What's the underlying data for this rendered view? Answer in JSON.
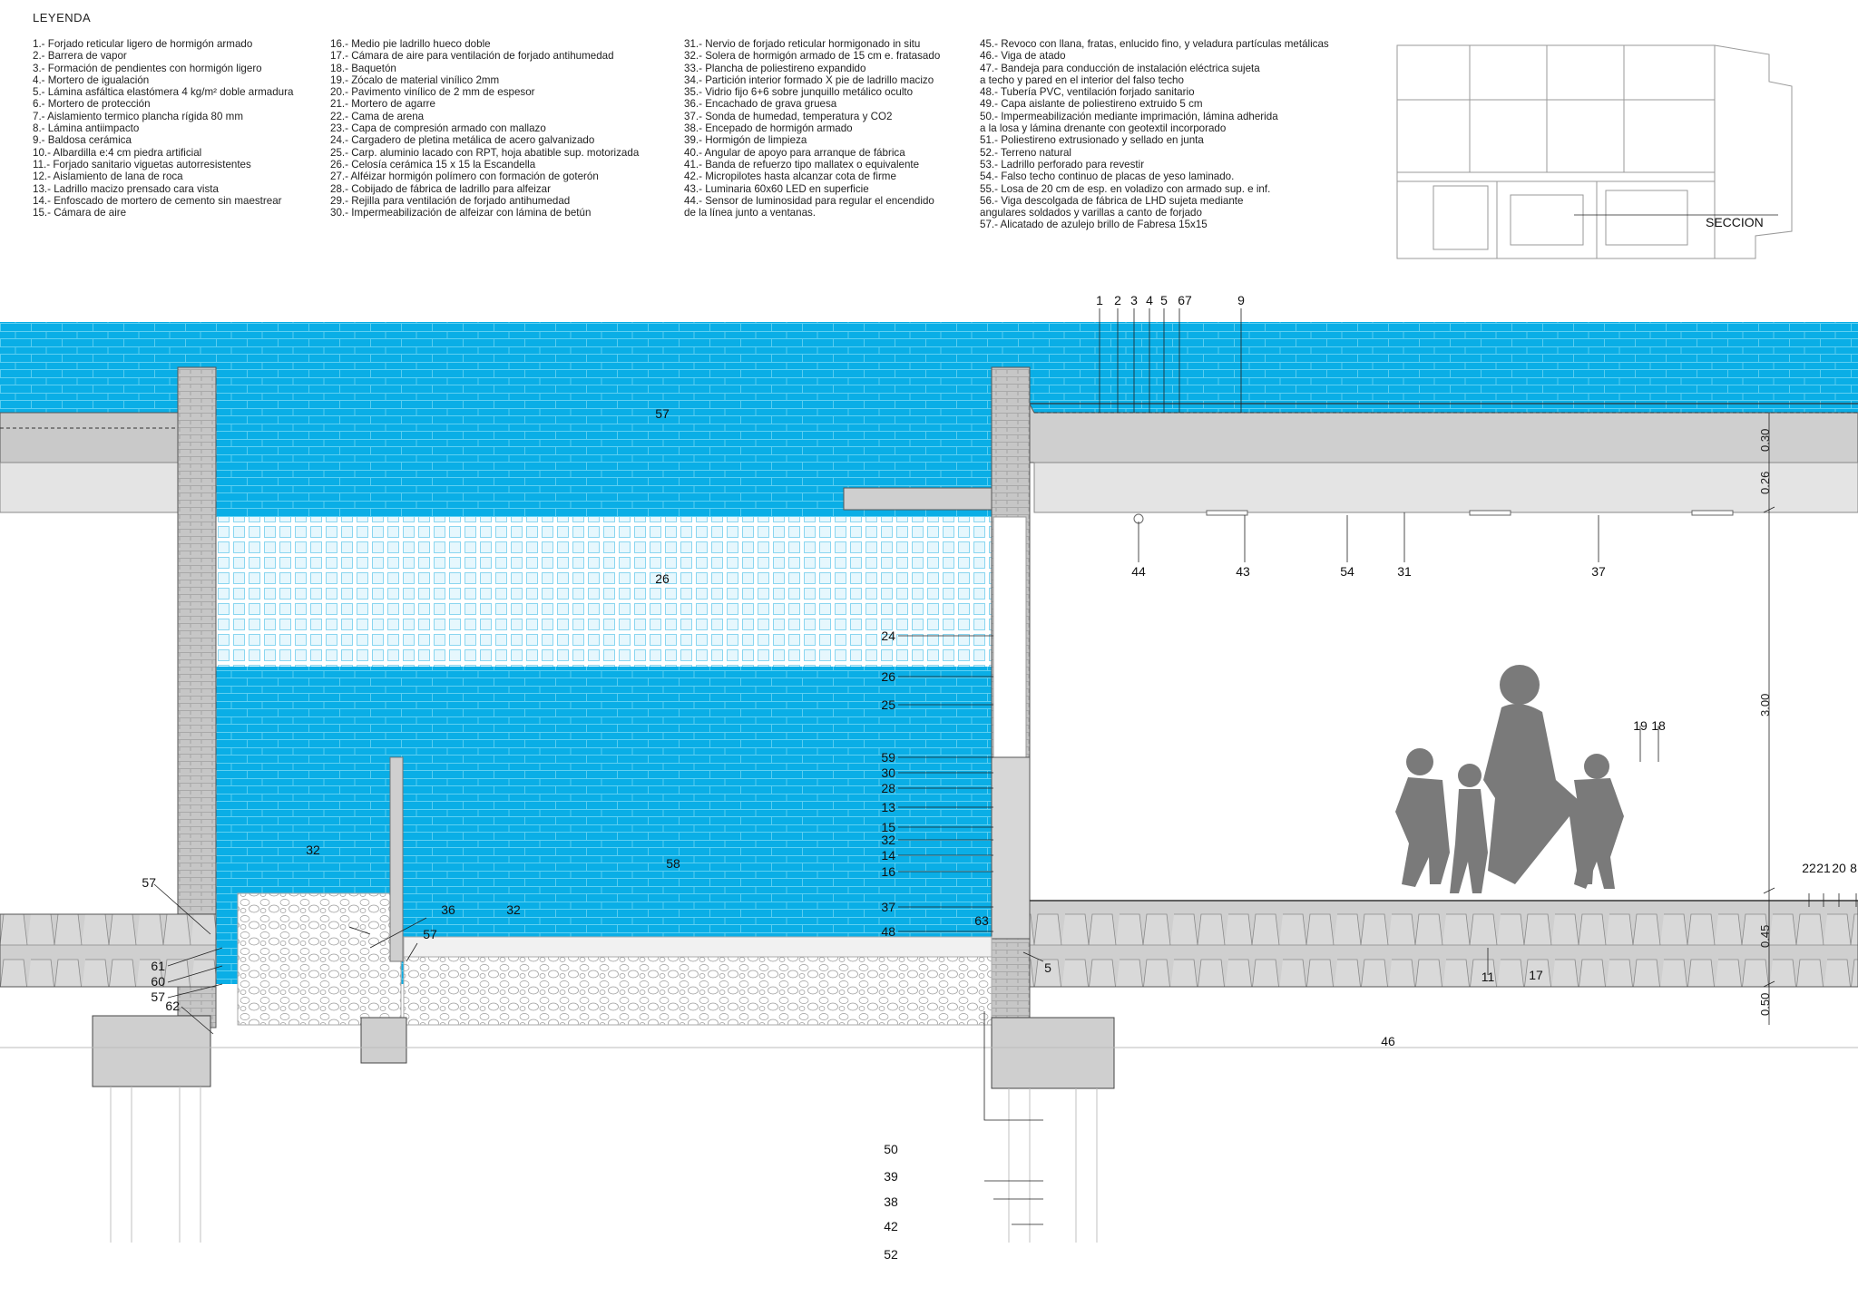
{
  "legend": {
    "title": "LEYENDA",
    "col1": [
      "1.- Forjado reticular ligero de hormigón armado",
      "2.- Barrera de vapor",
      "3.- Formación de pendientes con hormigón ligero",
      "4.- Mortero de igualación",
      "5.- Lámina asfáltica elastómera 4 kg/m² doble armadura",
      "6.- Mortero de protección",
      "7.- Aislamiento termico plancha rígida 80 mm",
      "8.- Lámina antiimpacto",
      "9.- Baldosa cerámica",
      "10.- Albardilla e:4 cm piedra artificial",
      "11.- Forjado sanitario viguetas autorresistentes",
      "12.- Aislamiento de lana de roca",
      "13.- Ladrillo macizo prensado cara vista",
      "14.- Enfoscado de mortero de cemento sin maestrear",
      "15.- Cámara de aire"
    ],
    "col2": [
      "16.- Medio pie ladrillo hueco doble",
      "17.- Cámara de aire para ventilación de forjado antihumedad",
      "18.- Baquetón",
      "19.- Zócalo de material vinílico 2mm",
      "20.- Pavimento vinílico de 2 mm de espesor",
      "21.- Mortero de agarre",
      "22.- Cama de arena",
      "23.- Capa de compresión armado con mallazo",
      "24.- Cargadero de pletina metálica de acero galvanizado",
      "25.- Carp. aluminio lacado con RPT, hoja abatible sup. motorizada",
      "26.- Celosía cerámica 15 x 15 la Escandella",
      "27.- Alféizar hormigón polímero con formación de goterón",
      "28.- Cobijado de fábrica de ladrillo para alfeizar",
      "29.- Rejilla para ventilación de forjado antihumedad",
      "30.- Impermeabilización de alfeizar con lámina de betún"
    ],
    "col3": [
      "31.- Nervio de forjado reticular hormigonado in situ",
      "32.- Solera de hormigón armado de 15 cm e. fratasado",
      "33.- Plancha de poliestireno expandido",
      "34.- Partición interior formado X pie de ladrillo macizo",
      "35.- Vidrio fijo 6+6 sobre junquillo metálico oculto",
      "36.- Encachado de grava gruesa",
      "37.- Sonda de humedad, temperatura y CO2",
      "38.- Encepado de hormigón armado",
      "39.- Hormigón de limpieza",
      "40.- Angular de apoyo para arranque de fábrica",
      "41.- Banda de refuerzo tipo mallatex o equivalente",
      "42.- Micropilotes hasta alcanzar cota de firme",
      "43.- Luminaria 60x60 LED en superficie",
      "44.- Sensor de luminosidad para regular el encendido",
      "de la línea junto a ventanas."
    ],
    "col4": [
      "45.- Revoco con llana, fratas, enlucido fino, y veladura partículas metálicas",
      "46.- Viga de atado",
      "47.- Bandeja para conducción de instalación eléctrica sujeta",
      "a techo y pared en el interior del falso techo",
      "48.- Tubería PVC, ventilación forjado sanitario",
      "49.- Capa aislante de poliestireno extruido 5 cm",
      "50.- Impermeabilización mediante imprimación, lámina adherida",
      "a la losa y lámina drenante con geotextil incorporado",
      "51.- Poliestireno extrusionado y sellado en junta",
      "52.- Terreno natural",
      "53.- Ladrillo perforado para revestir",
      "54.- Falso techo continuo de placas de yeso laminado.",
      "55.- Losa de 20 cm de esp. en voladizo con armado sup. e inf.",
      "56.- Viga descolgada de fábrica de LHD sujeta mediante",
      "angulares soldados y varillas a canto de forjado",
      "57.- Alicatado de azulejo brillo de Fabresa 15x15"
    ]
  },
  "keyplan": {
    "label": "SECCION"
  },
  "callouts": {
    "top_row": [
      "1",
      "2",
      "3",
      "4",
      "5",
      "67",
      "9"
    ],
    "ceiling_row": [
      "44",
      "43",
      "54",
      "31",
      "37"
    ],
    "tile_label_upper": "57",
    "celosia": "26",
    "tile_label_lower": "58",
    "window_stack": [
      "24",
      "26",
      "25",
      "59",
      "30",
      "28",
      "13",
      "15",
      "32",
      "14",
      "16",
      "37",
      "48",
      "63"
    ],
    "floor_right": [
      "22",
      "21",
      "20",
      "8"
    ],
    "mid_right": [
      "19",
      "18"
    ],
    "under_floor": [
      "5",
      "11",
      "17",
      "46"
    ],
    "left_stack": [
      "57",
      "61",
      "60",
      "57",
      "62"
    ],
    "interior": [
      "32",
      "36",
      "57",
      "32"
    ],
    "foundation": [
      "50",
      "39",
      "38",
      "42",
      "52"
    ]
  },
  "dimensions": [
    "0.30",
    "0.26",
    "3.00",
    "0.45",
    "0.50"
  ],
  "colors": {
    "tile": "#0aaee6",
    "tile_line": "#5fd0f2",
    "celosia": "#e3f5fc",
    "concrete": "#c9c9c9",
    "silhouette": "#7a7a7a"
  }
}
